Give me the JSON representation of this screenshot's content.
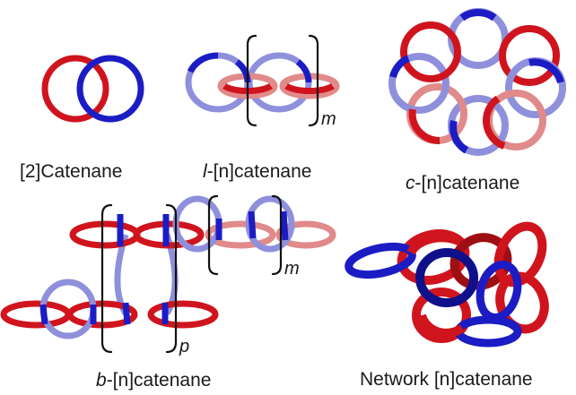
{
  "captions": {
    "two_catenane": "[2]Catenane",
    "linear": {
      "prefix": "l",
      "rest": "-[n]catenane"
    },
    "cyclic": {
      "prefix": "c",
      "rest": "-[n]catenane"
    },
    "branched": {
      "prefix": "b",
      "rest": "-[n]catenane"
    },
    "network": "Network [n]catenane"
  },
  "subscripts": {
    "linear_m": "m",
    "branched_m": "m",
    "branched_p": "p"
  },
  "colors": {
    "red": "#d0141d",
    "blue": "#1c1cc4",
    "faded_red": "#e08a8a",
    "faded_blue": "#8f90dc",
    "dark_red": "#9e0f13",
    "dark_blue": "#10108a"
  }
}
